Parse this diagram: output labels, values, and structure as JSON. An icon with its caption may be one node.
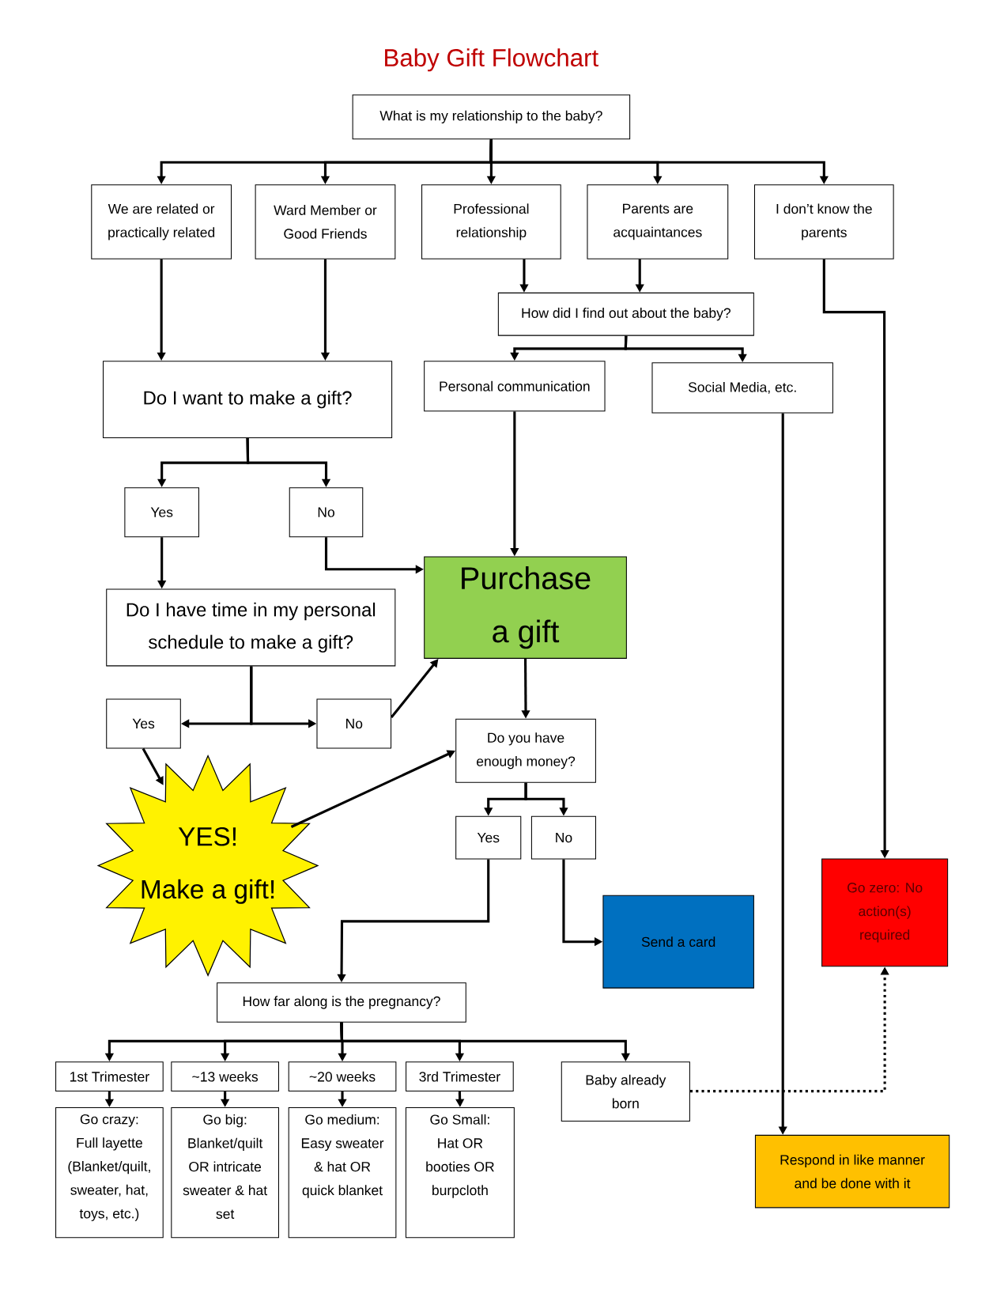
{
  "diagram": {
    "title": "Baby Gift Flowchart",
    "nodes": [
      {
        "text": [
          "What is my relationship to the baby?"
        ]
      },
      {
        "text": [
          "We are related or practically related"
        ]
      },
      {
        "text": [
          "Ward Member or Good Friends"
        ]
      },
      {
        "text": [
          "Professional relationship"
        ]
      },
      {
        "text": [
          "Parents are acquaintances"
        ]
      },
      {
        "text": [
          "I don’t know the parents"
        ]
      },
      {
        "text": [
          "How did I find out about the baby?"
        ]
      },
      {
        "text": [
          "Do I want to make a gift?"
        ]
      },
      {
        "text": [
          "Personal communication"
        ]
      },
      {
        "text": [
          "Social Media, etc."
        ]
      },
      {
        "text": [
          "Yes"
        ]
      },
      {
        "text": [
          "No"
        ]
      },
      {
        "text": [
          "Purchase a gift"
        ]
      },
      {
        "text": [
          "Do I have time in my personal schedule to make a gift?"
        ]
      },
      {
        "text": [
          "Yes"
        ]
      },
      {
        "text": [
          "No"
        ]
      },
      {
        "text": [
          "YES!",
          "Make a gift!"
        ]
      },
      {
        "text": [
          "Do you have enough money?"
        ]
      },
      {
        "text": [
          "Yes"
        ]
      },
      {
        "text": [
          "No"
        ]
      },
      {
        "text": [
          "Send a card"
        ]
      },
      {
        "text": [
          "Go zero: No action(s) required"
        ]
      },
      {
        "text": [
          "How far along is the pregnancy?"
        ]
      },
      {
        "text": [
          "1st Trimester"
        ]
      },
      {
        "text": [
          "~13 weeks"
        ]
      },
      {
        "text": [
          "~20 weeks"
        ]
      },
      {
        "text": [
          "3rd Trimester"
        ]
      },
      {
        "text": [
          "Baby already born"
        ]
      },
      {
        "text": [
          "Go crazy: Full layette (Blanket/quilt, sweater, hat, toys, etc.)"
        ]
      },
      {
        "text": [
          "Go big: Blanket/quilt OR intricate sweater & hat set"
        ]
      },
      {
        "text": [
          "Go medium: Easy sweater & hat OR quick blanket"
        ]
      },
      {
        "text": [
          "Go Small: Hat OR booties OR burpcloth"
        ]
      },
      {
        "text": [
          "Respond in like manner and be done with it"
        ]
      }
    ],
    "edges": [
      {
        "from": 0,
        "to": 1,
        "arrow": "to"
      },
      {
        "from": 0,
        "to": 2,
        "arrow": "to"
      },
      {
        "from": 0,
        "to": 3,
        "arrow": "to"
      },
      {
        "from": 0,
        "to": 4,
        "arrow": "to"
      },
      {
        "from": 0,
        "to": 5,
        "arrow": "to"
      },
      {
        "from": 1,
        "to": 7,
        "arrow": "to"
      },
      {
        "from": 2,
        "to": 7,
        "arrow": "to"
      },
      {
        "from": 3,
        "to": 6,
        "arrow": "to"
      },
      {
        "from": 4,
        "to": 6,
        "arrow": "to"
      },
      {
        "from": 5,
        "to": 21,
        "arrow": "to"
      },
      {
        "from": 6,
        "to": 8,
        "arrow": "to"
      },
      {
        "from": 6,
        "to": 9,
        "arrow": "to"
      },
      {
        "from": 7,
        "to": 10,
        "arrow": "to"
      },
      {
        "from": 7,
        "to": 11,
        "arrow": "to"
      },
      {
        "from": 8,
        "to": 12,
        "arrow": "to"
      },
      {
        "from": 9,
        "to": 32,
        "arrow": "to"
      },
      {
        "from": 10,
        "to": 13,
        "arrow": "to"
      },
      {
        "from": 11,
        "to": 12,
        "arrow": "to"
      },
      {
        "from": 13,
        "to": 14,
        "arrow": "to"
      },
      {
        "from": 13,
        "to": 15,
        "arrow": "to"
      },
      {
        "from": 15,
        "to": 12,
        "arrow": "to"
      },
      {
        "from": 14,
        "to": 16,
        "arrow": "to"
      },
      {
        "from": 12,
        "to": 17,
        "arrow": "to"
      },
      {
        "from": 16,
        "to": 17,
        "arrow": "to"
      },
      {
        "from": 17,
        "to": 18,
        "arrow": "to"
      },
      {
        "from": 17,
        "to": 19,
        "arrow": "to"
      },
      {
        "from": 18,
        "to": 22,
        "arrow": "to"
      },
      {
        "from": 19,
        "to": 20,
        "arrow": "to"
      },
      {
        "from": 22,
        "to": 23,
        "arrow": "to"
      },
      {
        "from": 22,
        "to": 24,
        "arrow": "to"
      },
      {
        "from": 22,
        "to": 25,
        "arrow": "to"
      },
      {
        "from": 22,
        "to": 26,
        "arrow": "to"
      },
      {
        "from": 22,
        "to": 27,
        "arrow": "to"
      },
      {
        "from": 23,
        "to": 28,
        "arrow": "to"
      },
      {
        "from": 24,
        "to": 29,
        "arrow": "to"
      },
      {
        "from": 25,
        "to": 30,
        "arrow": "to"
      },
      {
        "from": 26,
        "to": 31,
        "arrow": "to"
      },
      {
        "from": 27,
        "to": 21,
        "arrow": "to",
        "style": "dashed"
      }
    ]
  }
}
